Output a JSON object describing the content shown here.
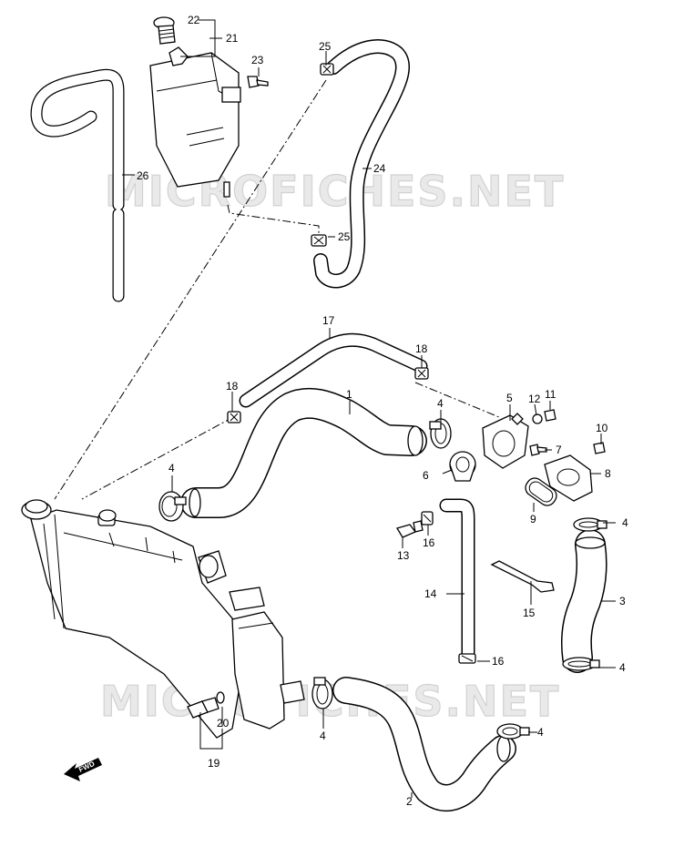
{
  "watermark": {
    "upper": "MICROFICHES.NET",
    "lower": "MICROFICHES.NET"
  },
  "direction_badge": "FWD",
  "callouts": {
    "p1": "1",
    "p2": "2",
    "p3": "3",
    "p4a": "4",
    "p4b": "4",
    "p4c": "4",
    "p4d": "4",
    "p4e": "4",
    "p4f": "4",
    "p5": "5",
    "p6": "6",
    "p7": "7",
    "p8": "8",
    "p9": "9",
    "p10": "10",
    "p11": "11",
    "p12": "12",
    "p13": "13",
    "p14": "14",
    "p15": "15",
    "p16a": "16",
    "p16b": "16",
    "p17": "17",
    "p18a": "18",
    "p18b": "18",
    "p19": "19",
    "p20": "20",
    "p21": "21",
    "p22": "22",
    "p23": "23",
    "p24": "24",
    "p25a": "25",
    "p25b": "25",
    "p26": "26"
  }
}
